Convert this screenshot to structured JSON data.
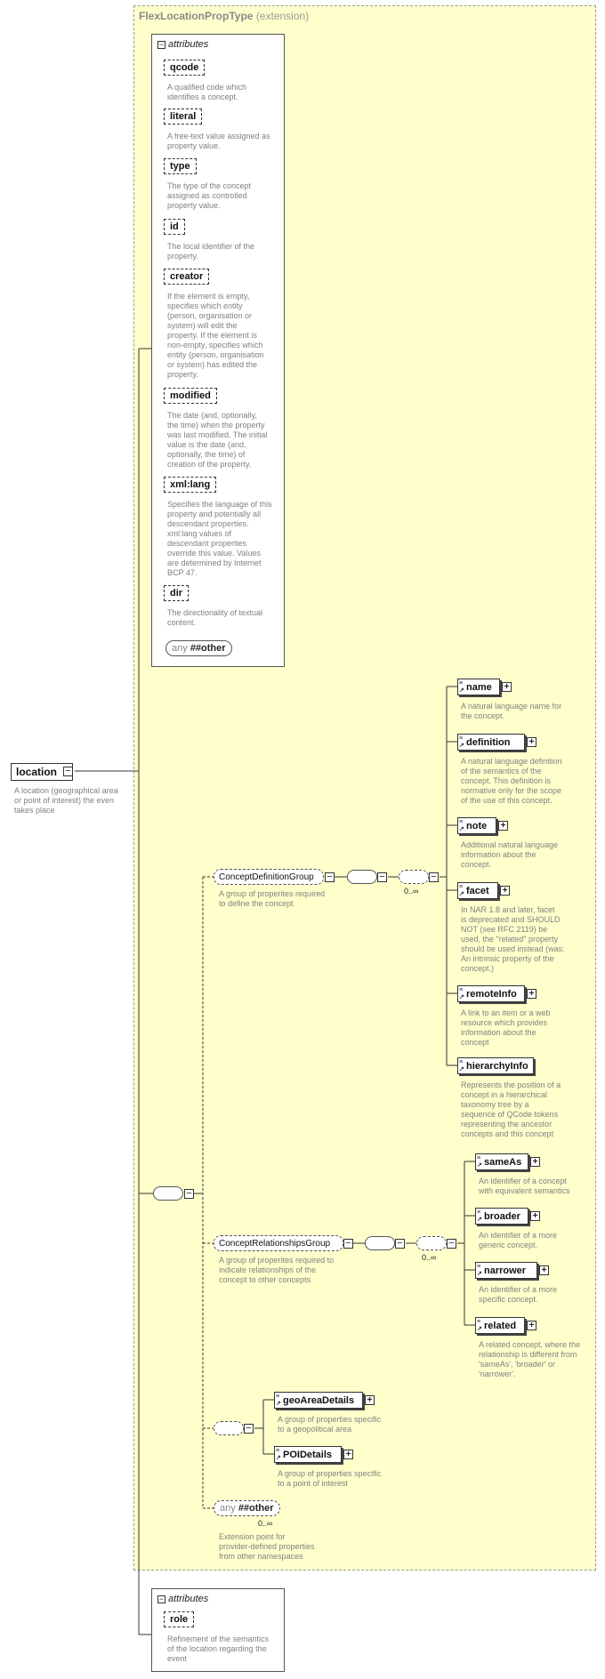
{
  "extension": {
    "type_name": "FlexLocationPropType",
    "type_suffix": "(extension)"
  },
  "attributes_label": "attributes",
  "attributes": [
    {
      "name": "qcode",
      "desc": [
        "A qualified code which",
        "identifies a concept."
      ]
    },
    {
      "name": "literal",
      "desc": [
        "A free-text value assigned as",
        "property value."
      ]
    },
    {
      "name": "type",
      "desc": [
        "The type of the concept",
        "assigned as controlled",
        "property value."
      ]
    },
    {
      "name": "id",
      "desc": [
        "The local identifier of the",
        "property."
      ]
    },
    {
      "name": "creator",
      "desc": [
        "If the element is empty,",
        "specifies which entity",
        "(person, organisation or",
        "system) will edit the",
        "property. If the element is",
        "non-empty, specifies which",
        "entity (person, organisation",
        "or system) has edited the",
        "property."
      ]
    },
    {
      "name": "modified",
      "desc": [
        "The date (and, optionally,",
        "the time) when the property",
        "was last modified. The initial",
        "value is the date (and,",
        "optionally, the time) of",
        "creation of the property."
      ]
    },
    {
      "name": "xml:lang",
      "desc": [
        "Specifies the language of this",
        "property and potentially all",
        "descendant properties.",
        "xml:lang values of",
        "descendant properties",
        "override this value. Values",
        "are determined by Internet",
        "BCP 47."
      ]
    },
    {
      "name": "dir",
      "desc": [
        "The directionality of textual",
        "content."
      ]
    }
  ],
  "any_attr": {
    "keyword": "any",
    "value": "##other"
  },
  "root": {
    "name": "location",
    "desc": [
      "A location (geographical area",
      "or point of interest) the even",
      "takes place"
    ]
  },
  "concept_definition_group": {
    "name": "ConceptDefinitionGroup",
    "desc": [
      "A group of properites required",
      "to define the concept"
    ],
    "occurs": "0..∞",
    "elements": [
      {
        "name": "name",
        "desc": [
          "A natural language name for",
          "the concept."
        ]
      },
      {
        "name": "definition",
        "desc": [
          "A natural language definition",
          "of the semantics of the",
          "concept. This definition is",
          "normative only for the scope",
          "of the use of this concept."
        ]
      },
      {
        "name": "note",
        "desc": [
          "Additional natural language",
          "information about the",
          "concept."
        ]
      },
      {
        "name": "facet",
        "desc": [
          "In NAR 1.8 and later, facet",
          "is deprecated and SHOULD",
          "NOT (see RFC 2119) be",
          "used, the \"related\" property",
          "should be used instead (was:",
          "An intrinsic property of the",
          "concept.)"
        ]
      },
      {
        "name": "remoteInfo",
        "desc": [
          "A link to an item or a web",
          "resource which provides",
          "information about the",
          "concept"
        ]
      },
      {
        "name": "hierarchyInfo",
        "desc": [
          "Represents the position of a",
          "concept in a hierarchical",
          "taxonomy tree by a",
          "sequence of QCode tokens",
          "representing the ancestor",
          "concepts and this concept"
        ]
      }
    ]
  },
  "concept_relationships_group": {
    "name": "ConceptRelationshipsGroup",
    "desc": [
      "A group of properites required to",
      "indicate relationships of the",
      "concept to other concepts"
    ],
    "occurs": "0..∞",
    "elements": [
      {
        "name": "sameAs",
        "desc": [
          "An identifier of a concept",
          "with equivalent semantics"
        ]
      },
      {
        "name": "broader",
        "desc": [
          "An identifier of a more",
          "generic concept."
        ]
      },
      {
        "name": "narrower",
        "desc": [
          "An identifier of a more",
          "specific concept."
        ]
      },
      {
        "name": "related",
        "desc": [
          "A related concept, where the",
          "relationship is different from",
          "'sameAs', 'broader' or",
          "'narrower'."
        ]
      }
    ]
  },
  "choice_elements": [
    {
      "name": "geoAreaDetails",
      "desc": [
        "A group of properties specific",
        "to a geopolitical area"
      ]
    },
    {
      "name": "POIDetails",
      "desc": [
        "A group of properties specific",
        "to a point of interest"
      ]
    }
  ],
  "any_other": {
    "keyword": "any",
    "value": "##other",
    "occurs": "0..∞",
    "desc": [
      "Extension point for",
      "provider-defined properties",
      "from other namespaces"
    ]
  },
  "local_attributes": [
    {
      "name": "role",
      "desc": [
        "Refinement of the semantics",
        "of the location regarding the",
        "event"
      ]
    }
  ]
}
